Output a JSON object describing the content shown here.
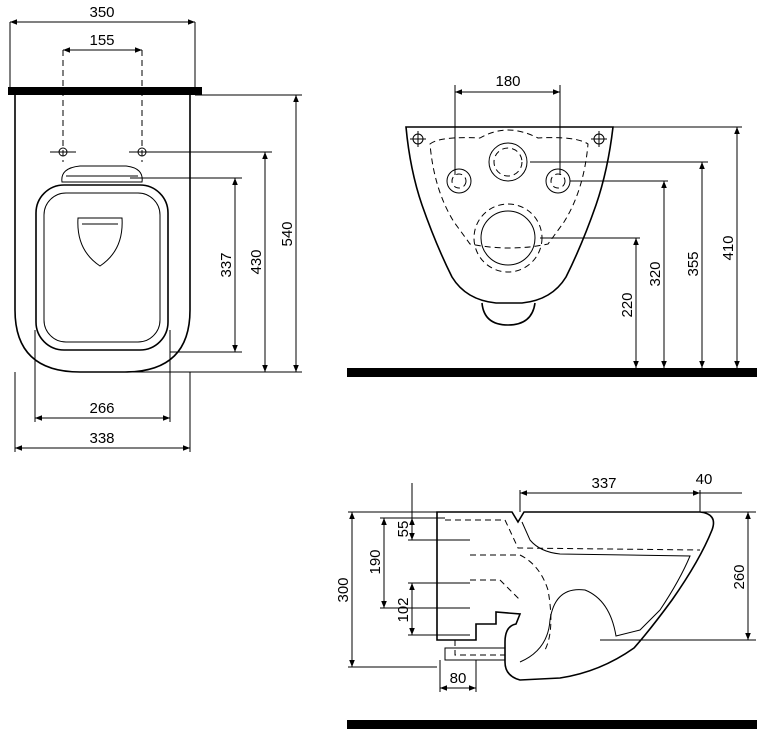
{
  "front_view": {
    "dimensions": {
      "overall_width": "350",
      "pipe_spacing": "155",
      "seat_depth": "337",
      "height_to_pipes": "430",
      "overall_height": "540",
      "inner_width": "266",
      "base_width": "338"
    }
  },
  "rear_view": {
    "dimensions": {
      "bolt_spacing": "180",
      "height_220": "220",
      "height_320": "320",
      "height_355": "355",
      "height_410": "410"
    }
  },
  "side_view": {
    "dimensions": {
      "rim_depth": "337",
      "rim_offset": "40",
      "top_55": "55",
      "inlet_190": "190",
      "total_300": "300",
      "outlet_102": "102",
      "bowl_height": "260",
      "outlet_80": "80"
    }
  }
}
